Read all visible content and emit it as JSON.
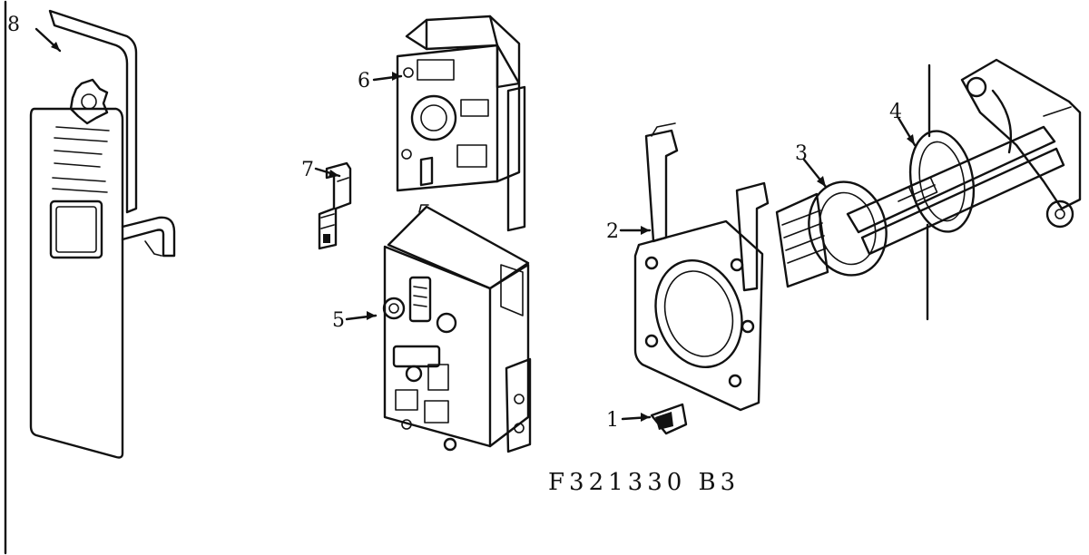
{
  "figure_id": "F321330 B3",
  "parts": [
    {
      "number": "1"
    },
    {
      "number": "2"
    },
    {
      "number": "3"
    },
    {
      "number": "4"
    },
    {
      "number": "5"
    },
    {
      "number": "6"
    },
    {
      "number": "7"
    },
    {
      "number": "8"
    }
  ],
  "colors": {
    "ink": "#111111",
    "paper": "#ffffff"
  }
}
